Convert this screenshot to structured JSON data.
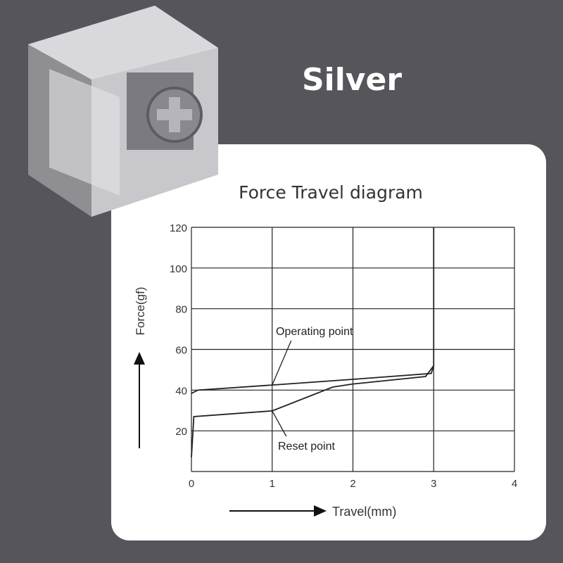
{
  "title": "Silver",
  "chart_data": {
    "type": "line",
    "title": "Force Travel diagram",
    "xlabel": "Travel(mm)",
    "ylabel": "Force(gf)",
    "xlim": [
      0,
      4
    ],
    "ylim": [
      0,
      120
    ],
    "xticks": [
      "0",
      "1",
      "2",
      "3",
      "4"
    ],
    "yticks": [
      "20",
      "40",
      "60",
      "80",
      "100",
      "120"
    ],
    "grid": true,
    "series": [
      {
        "name": "Operating point",
        "points": [
          [
            0,
            38.4
          ],
          [
            0.08,
            40
          ],
          [
            1,
            42.5
          ],
          [
            2,
            45.3
          ],
          [
            2.97,
            48.2
          ],
          [
            3,
            52
          ],
          [
            3,
            120
          ]
        ]
      },
      {
        "name": "Reset point",
        "points": [
          [
            0,
            7
          ],
          [
            0.03,
            27
          ],
          [
            1,
            29.8
          ],
          [
            1.75,
            41.5
          ],
          [
            2,
            43
          ],
          [
            2.9,
            46.7
          ],
          [
            3,
            52
          ]
        ]
      }
    ],
    "annotations": [
      {
        "text": "Operating point",
        "x": 1,
        "y": 42.5
      },
      {
        "text": "Reset point",
        "x": 1,
        "y": 29.8
      }
    ]
  }
}
